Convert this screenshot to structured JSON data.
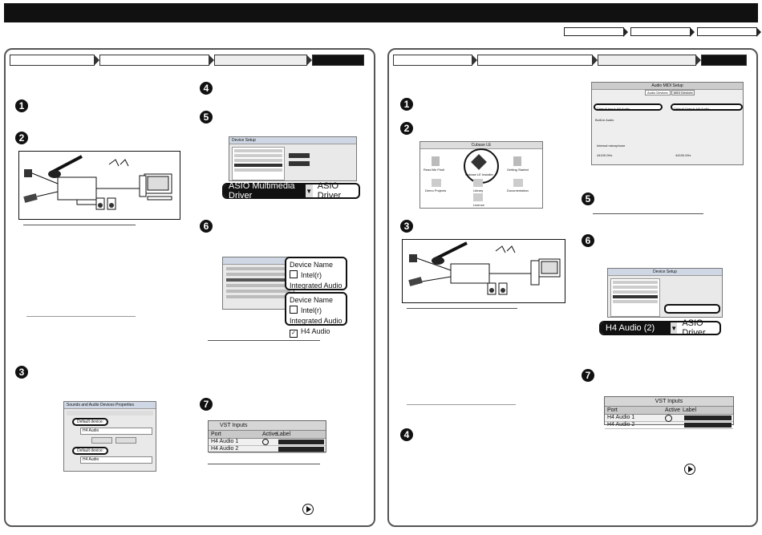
{
  "steps": {
    "s1": "1",
    "s2": "2",
    "s3": "3",
    "s4": "4",
    "s5": "5",
    "s6": "6",
    "s7": "7"
  },
  "dropdowns": {
    "asio_multimedia": "ASIO Multimedia Driver",
    "asio_driver": "ASIO Driver",
    "h4_audio_2": "H4 Audio (2)"
  },
  "device_callouts": {
    "device_name": "Device Name",
    "intel_audio": "Intel(r) Integrated Audio",
    "h4_audio": "H4 Audio"
  },
  "windows_dialogs": {
    "device_setup": "Device Setup",
    "sounds_audio": "Sounds and Audio Devices Properties",
    "default_device": "Default device:",
    "h4_audio": "H4 Audio",
    "vst_inputs": "VST Inputs",
    "port": "Port",
    "active": "Active",
    "label": "Label",
    "h4_audio_1": "H4 Audio 1",
    "h4_audio_2": "H4 Audio 2"
  },
  "mac_dialogs": {
    "audio_midi_setup": "Audio MIDI Setup",
    "audio_devices": "Audio Devices",
    "midi_devices": "MIDI Devices",
    "default_input": "Default Input:",
    "default_output": "Default Output:",
    "h4_audio": "H4 Audio",
    "built_in_audio": "Built-in Audio",
    "internal_mic": "Internal microphone",
    "format": "44100.0Hz",
    "device_setup": "Device Setup",
    "vst_inputs": "VST Inputs",
    "port": "Port",
    "active": "Active",
    "label": "Label",
    "h4_audio_1": "H4 Audio 1",
    "h4_audio_2": "H4 Audio 2",
    "cubase_window": "Cubase LE",
    "read_me": "Read Me First!",
    "cubase_installer": "Cubase LE Installer",
    "getting_started": "Getting Started",
    "demo_projects": "Demo Projects",
    "library": "Library",
    "documentation": "Documentation",
    "licence": "Licence"
  },
  "colors": {
    "header": "#111111",
    "panel_border": "#555555",
    "highlight": "#111111"
  }
}
